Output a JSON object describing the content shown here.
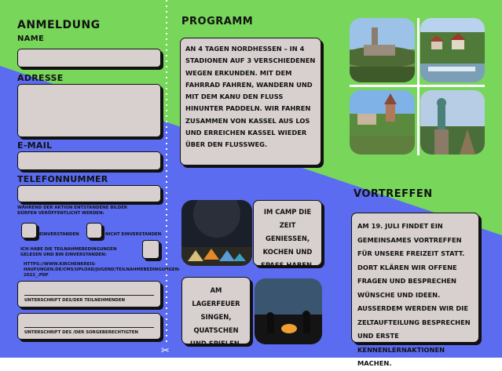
{
  "colors": {
    "green": "#78d65a",
    "blue": "#5b6cf0",
    "field": "#d8cfcf",
    "ink": "#111111"
  },
  "form": {
    "title": "ANMELDUNG",
    "name_label": "NAME",
    "address_label": "ADRESSE",
    "email_label": "E-MAIL",
    "phone_label": "TELEFONNUMMER",
    "photo_consent": "WÄHREND DER AKTION ENTSTANDENE BILDER DÜRFEN VERÖFFENTLICHT WERDEN:",
    "agree_label": "EINVERSTANDEN",
    "disagree_label": "NICHT EINVERSTANDEN",
    "terms_text": "ICH HABE DIE TEILNAHMEBEDINGUNGEN GELESEN UND BIN EINVERSTANDEN:",
    "terms_url": "HTTPS://WWW.KIRCHENKREIS-HAUFUNGEN.DE/CMS/UPLOAD/JUGEND/TEILNAHMEBEDINGUNGEN-2022_.PDF",
    "signature_participant": "UNTERSCHRIFT DES/DER TEILNEHMENDEN",
    "signature_guardian": "UNTERSCHRIFT DES /DER SORGEBERECHTIGTEN"
  },
  "programm": {
    "title": "PROGRAMM",
    "text": "AN 4 TAGEN NORDHESSEN – IN 4 STADIONEN AUF 3 VERSCHIEDENEN WEGEN ERKUNDEN. MIT DEM FAHRRAD FAHREN, WANDERN UND MIT DEM KANU DEN FLUSS HINUNTER PADDELN. WIR FAHREN ZUSAMMEN VON KASSEL AUS LOS UND ERREICHEN KASSEL WIEDER ÜBER DEN FLUSSWEG."
  },
  "camp": {
    "camp_text": "IM CAMP DIE ZEIT GENIEßEN, KOCHEN UND SPAß HABEN.",
    "fire_text": "AM LAGERFEUER SINGEN, QUATSCHEN UND SPIELEN."
  },
  "vortreffen": {
    "title": "VORTREFFEN",
    "text": "AM 19. JULI FINDET EIN GEMEINSAMES VORTREFFEN FÜR UNSERE FREIZEIT STATT. DORT KLÄREN WIR OFFENE FRAGEN UND BESPRECHEN WÜNSCHE UND IDEEN. AUßERDEM WERDEN WIR DIE ZELTAUFTEILUNG BESPRECHEN UND ERSTE KENNENLERNAKTIONEN MACHEN."
  },
  "icons": {
    "fold_marker": "dotted-fold-line",
    "scissors": "scissors-icon"
  }
}
